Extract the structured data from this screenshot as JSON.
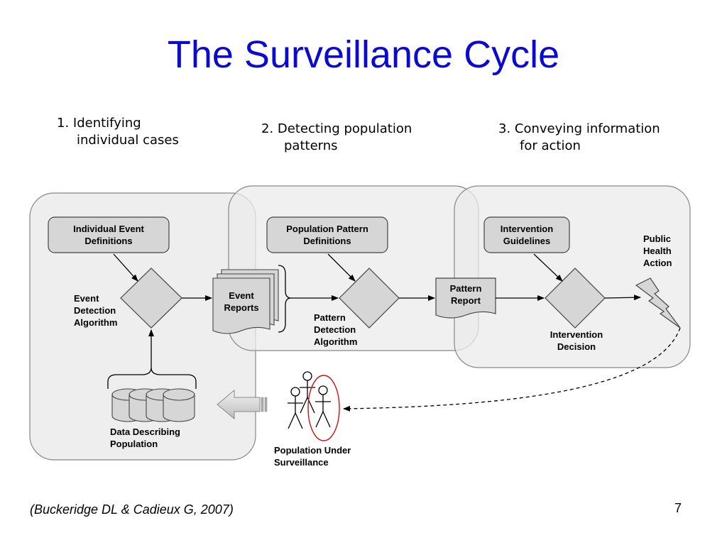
{
  "slide": {
    "title": "The Surveillance Cycle",
    "citation": "(Buckeridge DL & Cadieux G, 2007)",
    "page_number": "7"
  },
  "stages": [
    {
      "line1": "1. Identifying",
      "line2": "individual cases"
    },
    {
      "line1": "2. Detecting population",
      "line2": "patterns"
    },
    {
      "line1": "3. Conveying information",
      "line2": "for action"
    }
  ],
  "nodes": {
    "individual_event_definitions": [
      "Individual Event",
      "Definitions"
    ],
    "event_detection_algorithm": [
      "Event",
      "Detection",
      "Algorithm"
    ],
    "event_reports": [
      "Event",
      "Reports"
    ],
    "population_pattern_definitions": [
      "Population Pattern",
      "Definitions"
    ],
    "pattern_detection_algorithm": [
      "Pattern",
      "Detection",
      "Algorithm"
    ],
    "pattern_report": [
      "Pattern",
      "Report"
    ],
    "intervention_guidelines": [
      "Intervention",
      "Guidelines"
    ],
    "intervention_decision": [
      "Intervention",
      "Decision"
    ],
    "public_health_action": [
      "Public",
      "Health",
      "Action"
    ],
    "data_describing_population": [
      "Data Describing",
      "Population"
    ],
    "population_under_surveillance": [
      "Population Under",
      "Surveillance"
    ]
  }
}
